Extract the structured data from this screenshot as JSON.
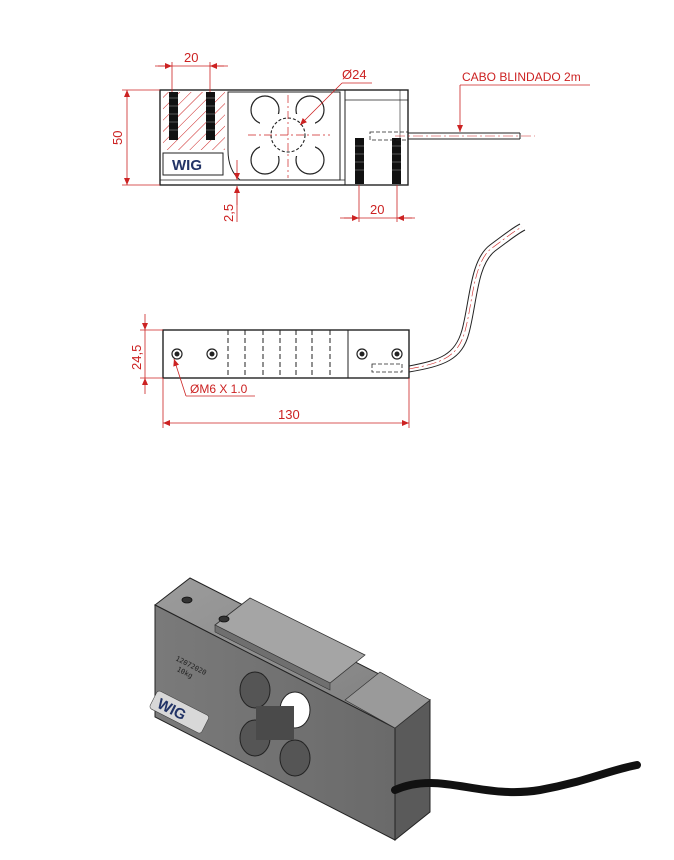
{
  "drawing": {
    "top_view": {
      "dim_width_top": "20",
      "dim_height": "50",
      "dim_hole_diameter": "Ø24",
      "dim_offset": "2,5",
      "dim_width_bottom": "20",
      "cable_note": "CABO BLINDADO 2m",
      "logo_text": "WIG"
    },
    "side_view": {
      "dim_height": "24,5",
      "thread_note": "ØM6 X 1.0",
      "dim_length": "130"
    },
    "iso_view": {
      "logo_text": "WIG",
      "serial_line1": "12072020",
      "serial_line2": "10kg"
    },
    "colors": {
      "dimension": "#cc2222",
      "outline": "#222222",
      "body_grey": "#8a8a8a",
      "logo_blue": "#2a4a9a"
    }
  }
}
